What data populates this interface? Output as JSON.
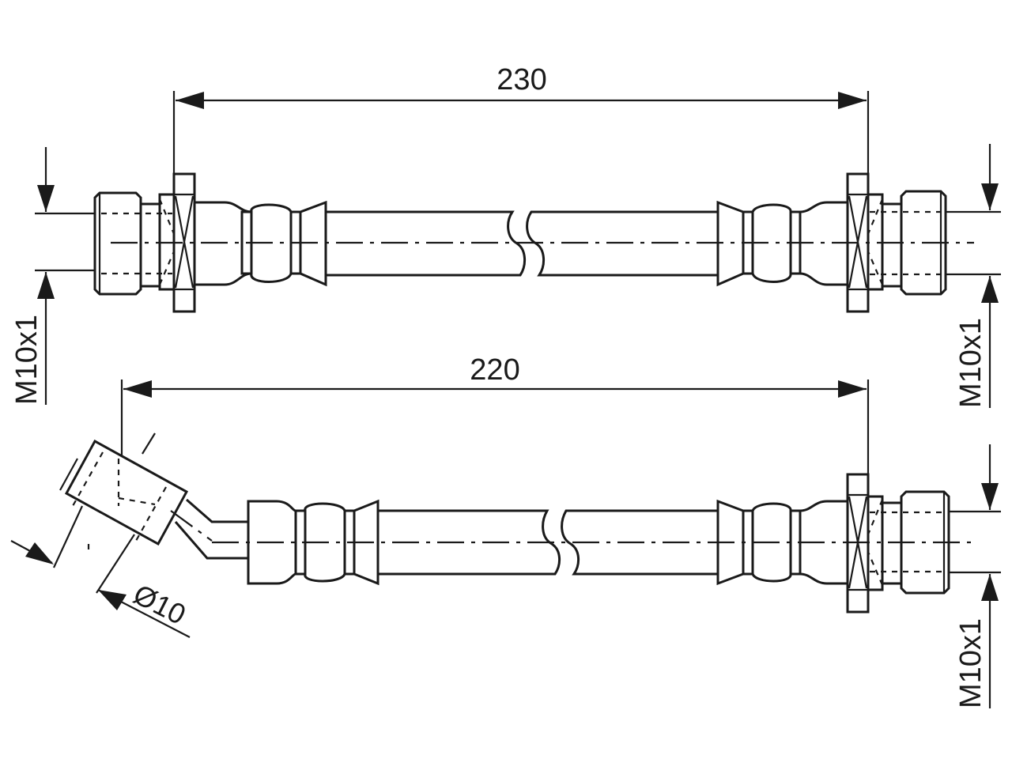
{
  "colors": {
    "line": "#1a1a1a",
    "background": "#ffffff"
  },
  "hose_top": {
    "length_label": "230",
    "thread_left_label": "M10x1",
    "thread_right_label": "M10x1"
  },
  "hose_bottom": {
    "length_label": "220",
    "diameter_label": "Ø10",
    "thread_right_label": "M10x1"
  }
}
